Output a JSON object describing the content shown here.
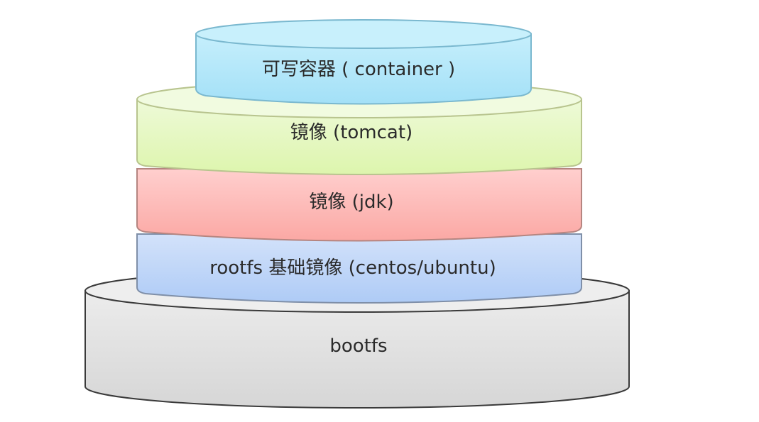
{
  "diagram": {
    "title": "Docker image layers",
    "layers": [
      {
        "id": "container",
        "label": "可写容器 ( container )",
        "color": "#b3e6f8",
        "edge": "#7ab8cf"
      },
      {
        "id": "tomcat",
        "label": "镜像 (tomcat)",
        "color": "#e4f7bf",
        "edge": "#b8c48e"
      },
      {
        "id": "jdk",
        "label": "镜像 (jdk)",
        "color": "#fdbfbd",
        "edge": "#b58580"
      },
      {
        "id": "rootfs",
        "label": "rootfs 基础镜像 (centos/ubuntu)",
        "color": "#c3d7f8",
        "edge": "#7f8fa8"
      },
      {
        "id": "bootfs",
        "label": "bootfs",
        "color": "#e4e4e4",
        "edge": "#3a3a3a"
      }
    ]
  }
}
